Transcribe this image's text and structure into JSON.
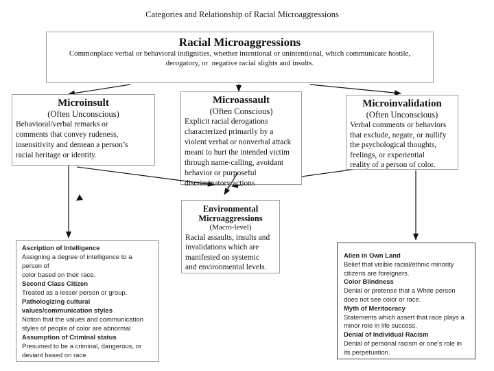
{
  "page_title": "Categories and Relationship of Racial Microaggressions",
  "root": {
    "title": "Racial Microaggressions",
    "body": "Commonplace verbal or behavioral indignities, whether intentional or unintentional, which communicate hostile,\nderogatory, or  negative racial slights and insults."
  },
  "microinsult": {
    "title": "Microinsult",
    "subtitle": "(Often Unconscious)",
    "body": "Behavioral/verbal remarks or\ncomments that convey rudeness,\ninsensitivity and demean a person’s\nracial heritage or identity."
  },
  "microassault": {
    "title": "Microassault",
    "subtitle": "(Often Conscious)",
    "body": "Explicit racial derogations\ncharacterized primarily by a\nviolent verbal or nonverbal attack\nmeant to hurt the intended victim\nthrough name-calling, avoidant\nbehavior or purposeful\ndiscriminatory actions"
  },
  "microinvalidation": {
    "title": "Microinvalidation",
    "subtitle": "(Often Unconscious)",
    "body": "Verbal comments or behaviors\nthat exclude, negate, or nullify\nthe psychological thoughts,\nfeelings, or experiential\nreality of a person of color."
  },
  "environmental": {
    "title": "Environmental\nMicroaggressions",
    "subtitle": "(Macro-level)",
    "body": "Racial assaults, insults and\ninvalidations which are\nmanifested on systemic\nand environmental levels."
  },
  "insult_examples": [
    {
      "term": "Ascription of Intelligence",
      "def": "Assigning a degree of intelligence to a\nperson of\ncolor based on their race."
    },
    {
      "term": "Second Class Citizen",
      "def": "Treated as a lesser person or group."
    },
    {
      "term": "Pathologizing cultural\nvalues/communication styles",
      "def": "Notion that the values and communication\nstyles of people of color are abnormal"
    },
    {
      "term": "Assumption of Criminal status",
      "def": "Presumed to be a criminal, dangerous, or\ndeviant based on race."
    }
  ],
  "invalidation_examples": [
    {
      "term": "Alien in Own Land",
      "def": "Belief that visible racial/ethnic minority\ncitizens are foreigners."
    },
    {
      "term": "Color Blindness",
      "def": "Denial or pretense that a White person\ndoes not see color or race."
    },
    {
      "term": "Myth of Meritocracy",
      "def": "Statements which assert that race plays a\nminor role in life success."
    },
    {
      "term": "Denial of Individual Racism",
      "def": "Denial of personal racism or one’s role in\nits perpetuation."
    }
  ],
  "colors": {
    "line": "#111111",
    "box_border": "#9b9b9b",
    "dark_border": "#3f3f3f",
    "background": "#ffffff"
  }
}
